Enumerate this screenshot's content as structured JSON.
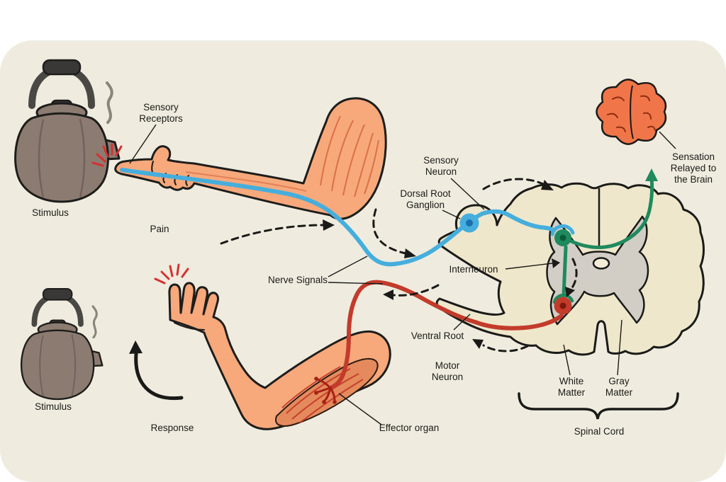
{
  "labels": {
    "stimulus_top": "Stimulus",
    "stimulus_bottom": "Stimulus",
    "sensory_receptors": [
      "Sensory",
      "Receptors"
    ],
    "pain": "Pain",
    "nerve_signals": "Nerve Signals",
    "sensory_neuron": [
      "Sensory",
      "Neuron"
    ],
    "dorsal_root_ganglion": [
      "Dorsal Root",
      "Ganglion"
    ],
    "interneuron": "Interneuron",
    "ventral_root": "Ventral Root",
    "motor_neuron": [
      "Motor",
      "Neuron"
    ],
    "white_matter": [
      "White",
      "Matter"
    ],
    "gray_matter": [
      "Gray",
      "Matter"
    ],
    "spinal_cord": "Spinal Cord",
    "sensation_relayed": [
      "Sensation",
      "Relayed to",
      "the Brain"
    ],
    "effector_organ": "Effector organ",
    "response": "Response"
  },
  "colors": {
    "background": "#EFECDF",
    "skin": "#F7A97C",
    "muscle": "#E58A5C",
    "muscle_line": "#C03A28",
    "kettle_body": "#8C7B70",
    "kettle_dark": "#3A3836",
    "sensory": "#45AEDD",
    "sensory_dark": "#1B6FAE",
    "interneuron": "#1F8A5E",
    "interneuron_dark": "#0C5B3B",
    "motor": "#C23B2B",
    "motor_dark": "#7E180F",
    "brain": "#F0764A",
    "spark": "#D63031",
    "cord_white_matter": "#EFE7CB",
    "cord_gray_matter": "#D2CEC6",
    "outline": "#1A1A18"
  }
}
